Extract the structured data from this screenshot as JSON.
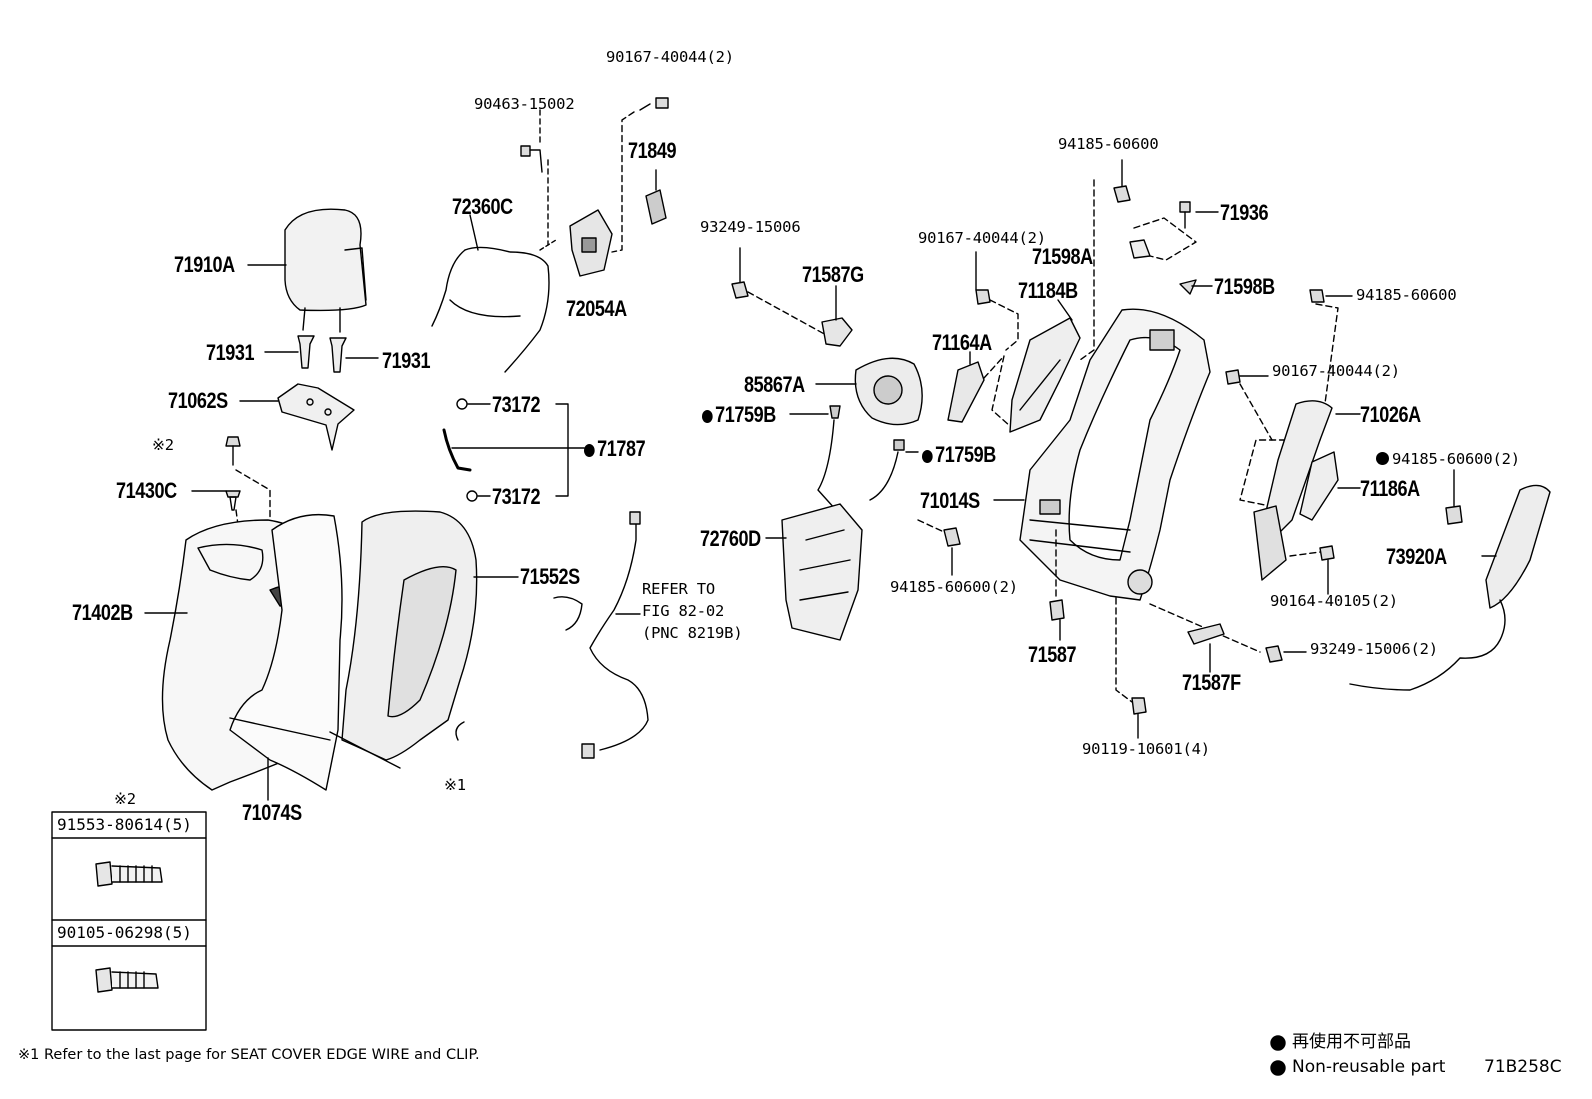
{
  "colors": {
    "ink": "#000000",
    "background": "#ffffff"
  },
  "parts": {
    "p90167_top": "90167-40044(2)",
    "p90463": "90463-15002",
    "p71849": "71849",
    "p72360C": "72360C",
    "p72054A": "72054A",
    "p71910A": "71910A",
    "p71931_left": "71931",
    "p71931_right": "71931",
    "p71062S": "71062S",
    "mark2_screw": "※2",
    "p71430C": "71430C",
    "p73172_top": "73172",
    "p73172_bottom": "73172",
    "p71787": "71787",
    "p71552S": "71552S",
    "p71402B": "71402B",
    "p71074S": "71074S",
    "mark1": "※1",
    "refer_line1": "REFER TO",
    "refer_line2": "FIG 82-02",
    "refer_line3": "(PNC 8219B)",
    "p93249_top": "93249-15006",
    "p71587G": "71587G",
    "p85867A": "85867A",
    "p71759B_left": "71759B",
    "p71759B_right": "71759B",
    "p72760D": "72760D",
    "p94185_top": "94185-60600",
    "p90167_mid": "90167-40044(2)",
    "p71598A": "71598A",
    "p71936": "71936",
    "p71598B": "71598B",
    "p71184B": "71184B",
    "p71164A": "71164A",
    "p94185_right": "94185-60600",
    "p90167_right": "90167-40044(2)",
    "p71026A": "71026A",
    "p94185_dot": "94185-60600(2)",
    "p71186A": "71186A",
    "p71014S": "71014S",
    "p94185_bottom": "94185-60600(2)",
    "p73920A": "73920A",
    "p90164": "90164-40105(2)",
    "p71587": "71587",
    "p93249_bottom": "93249-15006(2)",
    "p71587F": "71587F",
    "p90119": "90119-10601(4)"
  },
  "inset": {
    "mark": "※2",
    "part1": "91553-80614(5)",
    "part2": "90105-06298(5)"
  },
  "footnote": "※1 Refer to the last page for SEAT COVER EDGE WIRE and CLIP.",
  "legend": {
    "jp": "再使用不可部品",
    "en": "Non-reusable part"
  },
  "diagram_code": "71B258C"
}
